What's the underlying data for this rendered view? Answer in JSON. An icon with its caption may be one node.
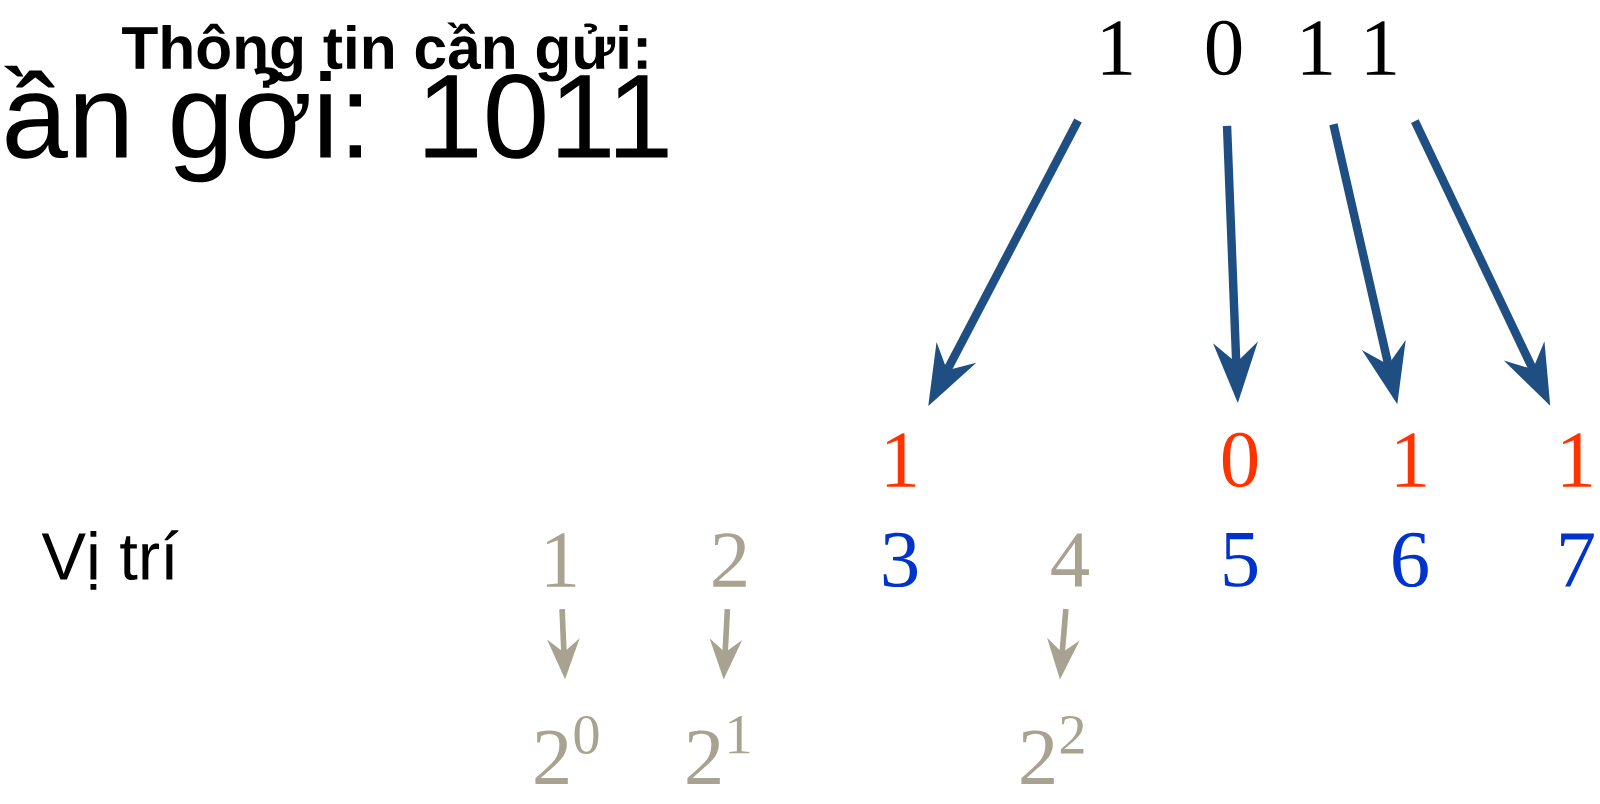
{
  "diagram": {
    "nodes": [
      {
        "text": [
          "1"
        ]
      },
      {
        "text": [
          "0"
        ]
      },
      {
        "text": [
          "1"
        ]
      },
      {
        "text": [
          "1"
        ]
      },
      {
        "text": [
          "1"
        ]
      },
      {
        "text": [
          "0"
        ]
      },
      {
        "text": [
          "1"
        ]
      },
      {
        "text": [
          "1"
        ]
      },
      {
        "text": [
          "1"
        ]
      },
      {
        "text": [
          "2"
        ]
      },
      {
        "text": [
          "4"
        ]
      },
      {
        "text": [
          "2$^{0}$"
        ]
      },
      {
        "text": [
          "2$^{1}$"
        ]
      },
      {
        "text": [
          "2$^{2}$"
        ]
      }
    ],
    "edges": [
      {
        "from": 0,
        "to": 4,
        "arrow": "to"
      },
      {
        "from": 1,
        "to": 5,
        "arrow": "to"
      },
      {
        "from": 2,
        "to": 6,
        "arrow": "to"
      },
      {
        "from": 3,
        "to": 7,
        "arrow": "to"
      },
      {
        "from": 8,
        "to": 11,
        "arrow": "to",
        "color": "#a8a290"
      },
      {
        "from": 9,
        "to": 12,
        "arrow": "to",
        "color": "#a8a290"
      },
      {
        "from": 10,
        "to": 13,
        "arrow": "to",
        "color": "#a8a290"
      }
    ],
    "labels": [
      "ần gởi: 1011",
      "Thông tin cần gửi:",
      "Vị trí",
      "3",
      "5",
      "6",
      "7"
    ]
  }
}
